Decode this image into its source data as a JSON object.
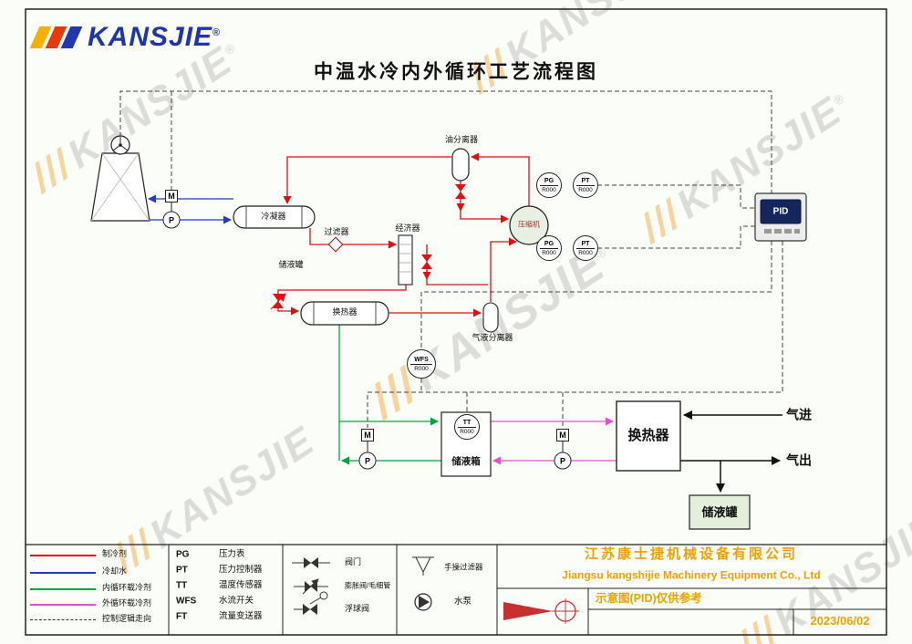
{
  "brand": {
    "name": "KANSJIE",
    "registered": "®"
  },
  "title": "中温水冷内外循环工艺流程图",
  "watermark": {
    "text": "KANSJIE",
    "registered": "®",
    "slashes": "///"
  },
  "colors": {
    "refrigerant": "#e01010",
    "cooling_water": "#1f3bcc",
    "inner_coolant": "#00a53c",
    "outer_coolant": "#e44fd0",
    "control_line": "#444444",
    "brand_blue": "#1f35ad",
    "company_orange": "#f2a000"
  },
  "equipment": {
    "oil_separator": "油分离器",
    "condenser": "冷凝器",
    "filter": "过滤器",
    "economizer": "经济器",
    "receiver": "储液罐",
    "evaporator": "换热器",
    "gas_liquid_separator": "气液分离器",
    "compressor": "压缩机",
    "pid_controller": "PID",
    "storage_box": "储液箱",
    "heat_exchanger": "换热器",
    "storage_tank": "储液罐",
    "gas_in": "气进",
    "gas_out": "气出",
    "motor": "M",
    "pump": "P"
  },
  "instruments": {
    "pg": "PG",
    "pt": "PT",
    "tt": "TT",
    "wfs": "WFS",
    "tag": "R000"
  },
  "legend": {
    "lines": [
      {
        "label": "制冷剂"
      },
      {
        "label": "冷却水"
      },
      {
        "label": "内循环载冷剂"
      },
      {
        "label": "外循环载冷剂"
      },
      {
        "label": "控制逻辑走向"
      }
    ],
    "abbr": [
      {
        "code": "PG",
        "label": "压力表"
      },
      {
        "code": "PT",
        "label": "压力控制器"
      },
      {
        "code": "TT",
        "label": "温度传感器"
      },
      {
        "code": "WFS",
        "label": "水流开关"
      },
      {
        "code": "FT",
        "label": "流量变送器"
      }
    ],
    "symbols": [
      {
        "label": "阀门"
      },
      {
        "label": "膨胀阀/毛细管"
      },
      {
        "label": "浮球阀"
      },
      {
        "label": "手操过滤器"
      },
      {
        "label": "水泵"
      }
    ]
  },
  "titleblock": {
    "company_cn": "江苏康士捷机械设备有限公司",
    "company_en": "Jiangsu kangshijie Machinery Equipment Co., Ltd",
    "note": "示意图(PID)仅供参考",
    "date": "2023/06/02"
  }
}
